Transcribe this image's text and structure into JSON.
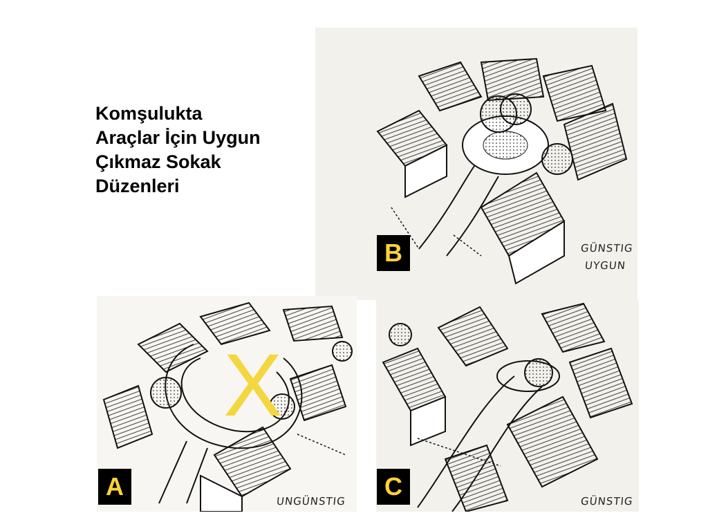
{
  "title_lines": [
    "Komşulukta",
    "Araçlar İçin Uygun",
    "Çıkmaz Sokak",
    "Düzenleri"
  ],
  "panels": {
    "a": {
      "badge": "A",
      "caption": "UNGÜNSTIG",
      "mark": "X"
    },
    "b": {
      "badge": "B",
      "caption_lines": [
        "GÜNSTIG",
        "UYGUN"
      ]
    },
    "c": {
      "badge": "C",
      "caption": "GÜNSTIG"
    }
  },
  "colors": {
    "badge_bg": "#000000",
    "badge_text": "#ffd23a",
    "mark": "#f4d63f"
  }
}
